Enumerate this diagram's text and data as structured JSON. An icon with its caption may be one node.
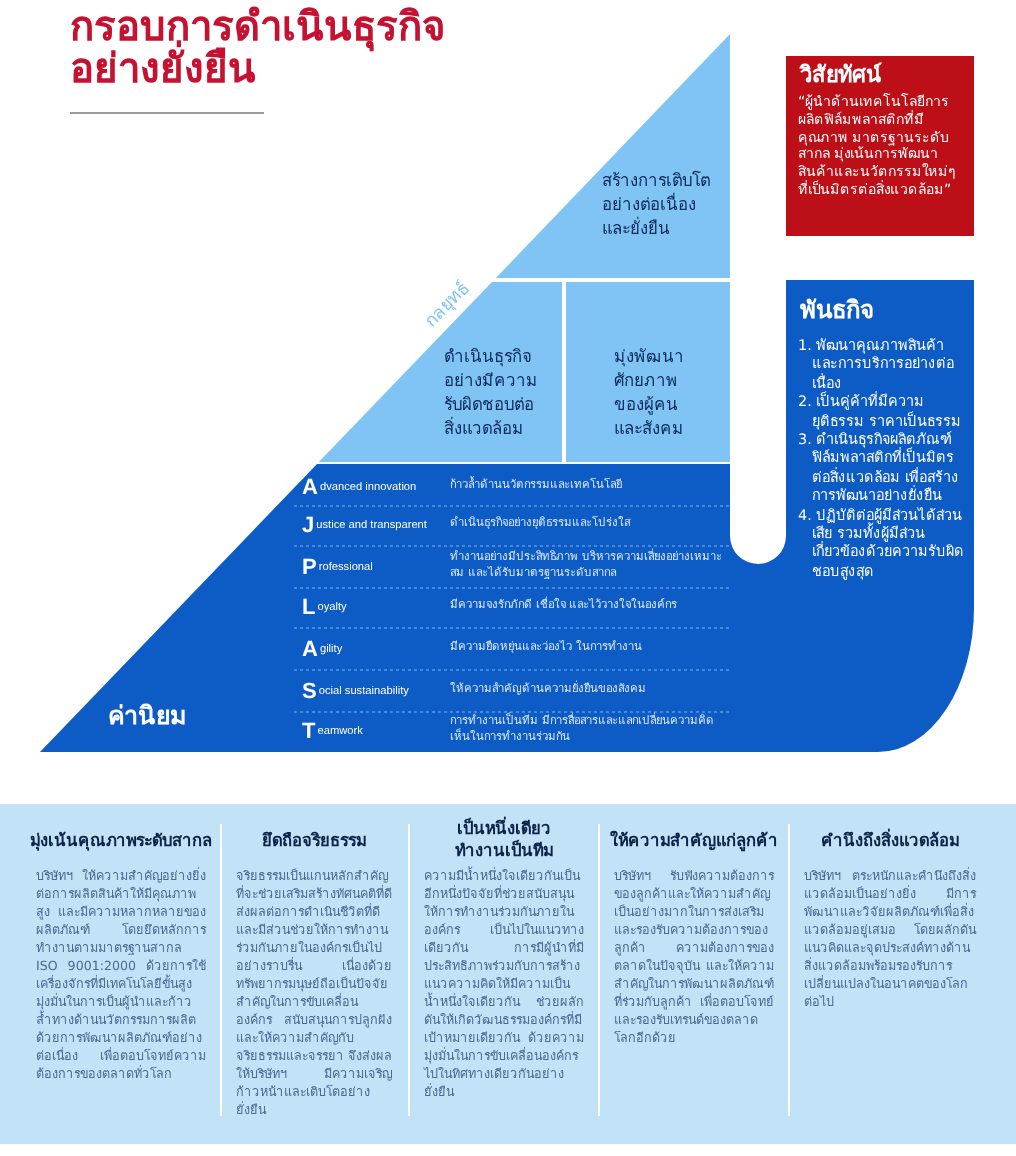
{
  "diagram": {
    "title": "กรอบการดำเนินธุรกิจอย่างยั่งยืน",
    "nodes": [
      {
        "text": [
          "สร้างการเติบโตอย่างต่อเนื่องและยั่งยืน"
        ]
      },
      {
        "text": [
          "ดำเนินธุรกิจอย่างมีความรับผิดชอบต่อสิ่งแวดล้อม"
        ]
      },
      {
        "text": [
          "มุ่งพัฒนาศักยภาพของผู้คนและสังคม"
        ]
      },
      {
        "text": [
          "วิสัยทัศน์",
          "“ผู้นำด้านเทคโนโลยีการผลิตฟิล์มพลาสติกที่มีคุณภาพ มาตรฐานระดับสากล มุ่งเน้นการพัฒนาสินค้าและนวัตกรรมใหม่ๆ ที่เป็นมิตรต่อสิ่งแวดล้อม”"
        ]
      },
      {
        "text": [
          "พันธกิจ",
          "1. พัฒนาคุณภาพสินค้าและการบริการอย่างต่อเนื่อง",
          "2. เป็นคู่ค้าที่มีความยุติธรรม ราคาเป็นธรรม",
          "3. ดำเนินธุรกิจผลิตภัณฑ์ฟิล์มพลาสติกที่เป็นมิตรต่อสิ่งแวดล้อม เพื่อสร้างการพัฒนาอย่างยั่งยืน",
          "4. ปฏิบัติต่อผู้มีส่วนได้ส่วนเสีย รวมทั้งผู้มีส่วนเกี่ยวข้องด้วยความรับผิดชอบสูงสุด"
        ]
      },
      {
        "text": [
          "ค่านิยม",
          "**A**dvanced innovation",
          "ก้าวล้ำด้านนวัตกรรมและเทคโนโลยี",
          "**J**ustice and transparent",
          "ดำเนินธุรกิจอย่างยุติธรรมและโปร่งใส",
          "**P**rofessional",
          "ทำงานอย่างมีประสิทธิภาพ บริหารความเสี่ยงอย่างเหมาะสม และได้รับมาตรฐานระดับสากล",
          "**L**oyalty",
          "มีความจงรักภักดี เชื่อใจ และไว้วางใจในองค์กร",
          "**A**gility",
          "มีความยืดหยุ่นและว่องไว ในการทำงาน",
          "**S**ocial sustainability",
          "ให้ความสำคัญด้านความยั่งยืนของสังคม",
          "**T**eamwork",
          "การทำงานเป็นทีม มีการสื่อสารและแลกเปลี่ยนความคิดเห็นในการทำงานร่วมกัน"
        ]
      },
      {
        "text": [
          "มุ่งเน้นคุณภาพระดับสากล",
          "บริษัทฯ ให้ความสำคัญอย่างยิ่งต่อการผลิตสินค้าให้มีคุณภาพสูง และมีความหลากหลายของผลิตภัณฑ์ โดยยึดหลักการทำงานตามมาตรฐานสากล ISO 9001:2000 ด้วยการใช้เครื่องจักรที่มีเทคโนโลยีขั้นสูง มุ่งมั่นในการเป็นผู้นำและก้าวล้ำทางด้านนวัตกรรมการผลิต ด้วยการพัฒนาผลิตภัณฑ์อย่างต่อเนื่อง เพื่อตอบโจทย์ความต้องการของตลาดทั่วโลก",
          "ยึดถือจริยธรรม",
          "จริยธรรมเป็นแกนหลักสำคัญที่จะช่วยเสริมสร้างทัศนคติที่ดี ส่งผลต่อการดำเนินชีวิตที่ดีและมีส่วนช่วยให้การทำงานร่วมกันภายในองค์กรเป็นไปอย่างราบรื่น เนื่องด้วยทรัพยากรมนุษย์ถือเป็นปัจจัยสำคัญในการขับเคลื่อนองค์กร สนับสนุนการปลูกฝังและให้ความสำคัญกับจริยธรรมและจรรยา จึงส่งผลให้บริษัทฯ มีความเจริญก้าวหน้าและเติบโตอย่างยั่งยืน",
          "เป็นหนึ่งเดียวทำงานเป็นทีม",
          "ความมีน้ำหนึ่งใจเดียวกันเป็นอีกหนึ่งปัจจัยที่ช่วยสนับสนุนให้การทำงานร่วมกันภายในองค์กร เป็นไปในแนวทางเดียวกัน การมีผู้นำที่มีประสิทธิภาพร่วมกับการสร้างแนวความคิดให้มีความเป็นน้ำหนึ่งใจเดียวกัน ช่วยผลักดันให้เกิดวัฒนธรรมองค์กรที่มีเป้าหมายเดียวกัน ด้วยความมุ่งมั่นในการขับเคลื่อนองค์กรไปในทิศทางเดียวกันอย่างยั่งยืน",
          "ให้ความสำคัญแก่ลูกค้า",
          "บริษัทฯ รับฟังความต้องการของลูกค้าและให้ความสำคัญเป็นอย่างมากในการส่งเสริมและรองรับความต้องการของลูกค้า ความต้องการของตลาดในปัจจุบัน และให้ความสำคัญในการพัฒนาผลิตภัณฑ์ที่ร่วมกับลูกค้า เพื่อตอบโจทย์และรองรับเทรนด์ของตลาดโลกอีกด้วย",
          "คำนึงถึงสิ่งแวดล้อม",
          "บริษัทฯ ตระหนักและคำนึงถึงสิ่งแวดล้อมเป็นอย่างยิ่ง มีการพัฒนาและวิจัยผลิตภัณฑ์เพื่อสิ่งแวดล้อมอยู่เสมอ โดยผลักดันแนวคิดและจุดประสงค์ทางด้านสิ่งแวดล้อมพร้อมรองรับการเปลี่ยนแปลงในอนาคตของโลกต่อไป"
        ]
      }
    ],
    "labels": [
      "กลยุทธ์"
    ]
  }
}
